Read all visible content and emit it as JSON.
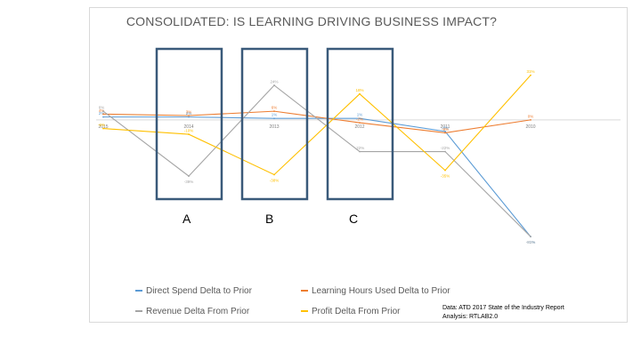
{
  "chart_data": {
    "type": "line",
    "title": "CONSOLIDATED: IS LEARNING DRIVING BUSINESS IMPACT?",
    "x": [
      "2015",
      "2014",
      "2013",
      "2012",
      "2011",
      "2010"
    ],
    "series": [
      {
        "name": "Direct Spend Delta to Prior",
        "color": "#5b9bd5",
        "values": [
          2,
          2,
          1,
          1,
          -8,
          -81
        ],
        "labels": [
          "2%",
          "2%",
          "1%",
          "1%",
          "-8%",
          "-81%"
        ]
      },
      {
        "name": "Learning Hours Used Delta to Prior",
        "color": "#ed7d31",
        "values": [
          4,
          3,
          6,
          -2,
          -9,
          0
        ],
        "labels": [
          "4%",
          "3%",
          "6%",
          "-2%",
          "-9%",
          "0%"
        ]
      },
      {
        "name": "Revenue Delta From Prior",
        "color": "#a5a5a5",
        "values": [
          6,
          -39,
          24,
          -22,
          -22,
          -81
        ],
        "labels": [
          "6%",
          "-39%",
          "24%",
          "-22%",
          "-22%",
          "-81%"
        ]
      },
      {
        "name": "Profit Delta From Prior",
        "color": "#ffc000",
        "values": [
          -6,
          -10,
          -38,
          18,
          -35,
          31
        ],
        "labels": [
          "-6%",
          "-10%",
          "-38%",
          "18%",
          "-35%",
          "31%"
        ]
      }
    ],
    "ylim": [
      -100,
      40
    ],
    "grid": false,
    "legend": "bottom",
    "annotations": [
      {
        "label": "A",
        "between": [
          "2015",
          "2013"
        ]
      },
      {
        "label": "B",
        "between": [
          "2014",
          "2012"
        ]
      },
      {
        "label": "C",
        "between": [
          "2013",
          "2011"
        ]
      }
    ]
  },
  "source": {
    "line1": "Data: ATD 2017 State of the Industry Report",
    "line2": "Analysis: RTLAB2.0"
  }
}
